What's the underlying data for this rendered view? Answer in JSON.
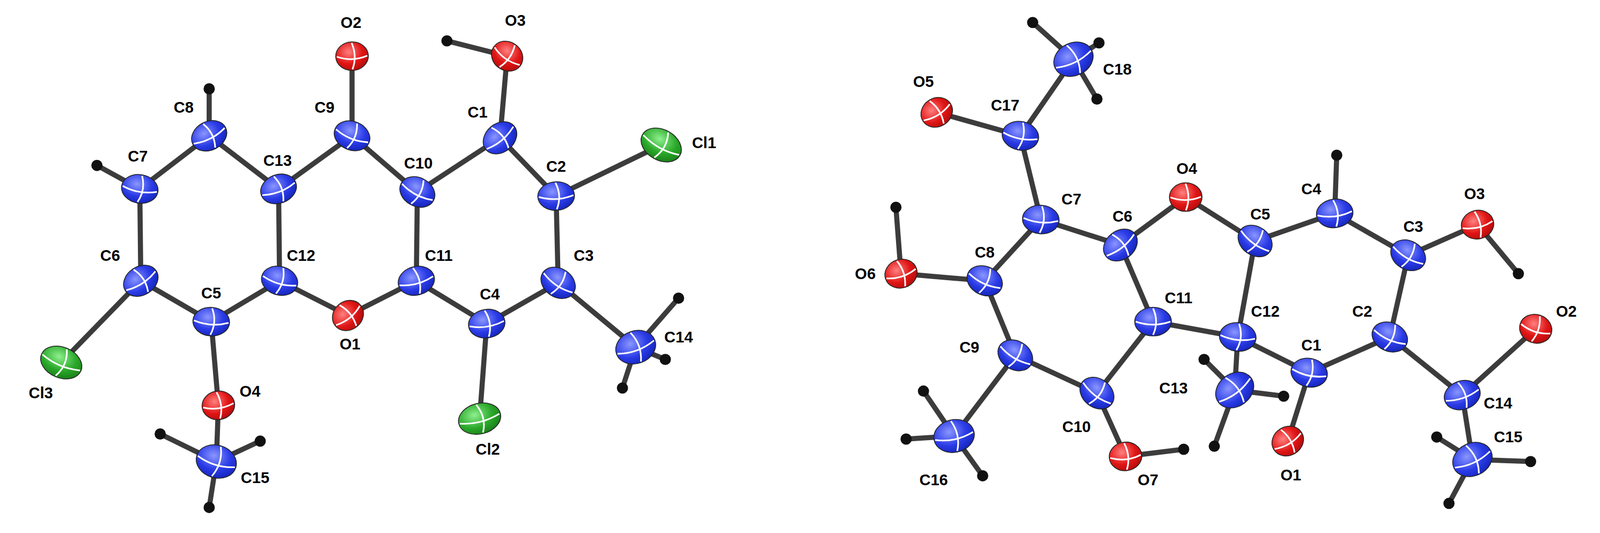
{
  "diagram": {
    "labels": [
      "O2",
      "O3",
      "C8",
      "C9",
      "C1",
      "Cl1",
      "C7",
      "C13",
      "C10",
      "C2",
      "C6",
      "C12",
      "C11",
      "C3",
      "C5",
      "C4",
      "C14",
      "O1",
      "Cl3",
      "O4",
      "Cl2",
      "C15",
      "C18",
      "O5",
      "C17",
      "O4",
      "C4",
      "C7",
      "C6",
      "C5",
      "C3",
      "O3",
      "C8",
      "O6",
      "C11",
      "C12",
      "C2",
      "O2",
      "C1",
      "C9",
      "C13",
      "C14",
      "C10",
      "C15",
      "O1",
      "O7",
      "C16"
    ]
  }
}
